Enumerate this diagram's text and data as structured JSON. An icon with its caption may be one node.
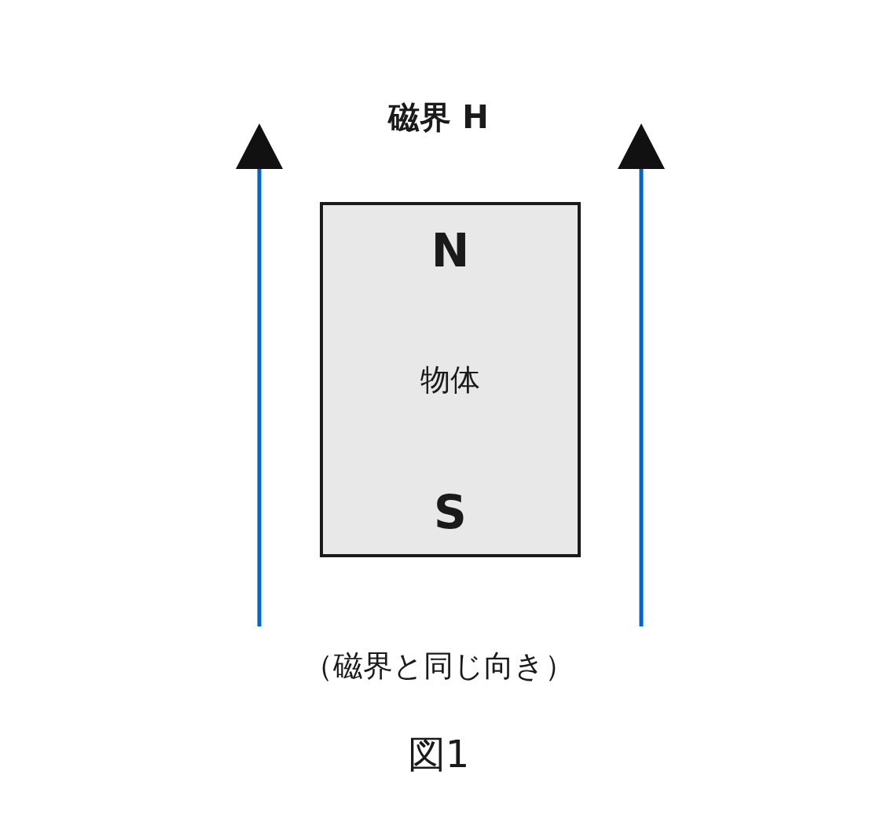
{
  "diagram": {
    "title": "磁界 H",
    "nodes": [
      {
        "text": [
          "N",
          "物体",
          "S"
        ]
      }
    ],
    "edges": [],
    "labels": [
      "（磁界と同じ向き）"
    ],
    "caption": "図1"
  }
}
